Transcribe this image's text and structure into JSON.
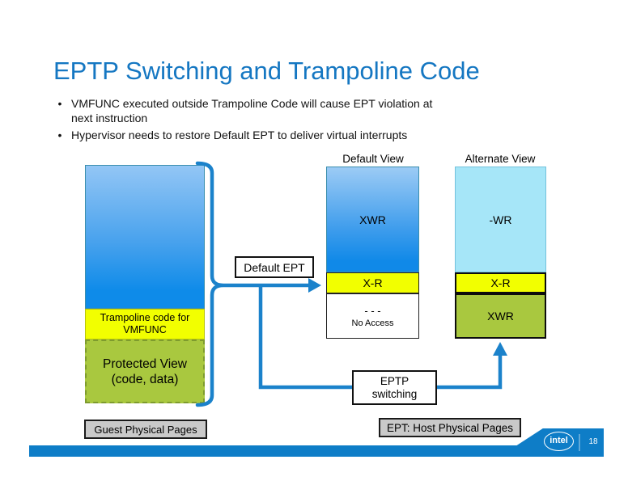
{
  "slide": {
    "title": "EPTP Switching and Trampoline Code",
    "bullets": [
      "VMFUNC executed outside Trampoline Code will cause EPT violation at\nnext instruction",
      "Hypervisor needs to restore Default EPT to deliver virtual interrupts"
    ],
    "page_number": "18",
    "brand_logo": "intel"
  },
  "guest": {
    "trampoline_label": "Trampoline code for\nVMFUNC",
    "protected_label": "Protected View\n(code, data)",
    "caption": "Guest Physical Pages"
  },
  "connectors": {
    "default_ept_label": "Default EPT",
    "eptp_switching_label": "EPTP\nswitching"
  },
  "views": {
    "default": {
      "title": "Default View",
      "regions": [
        {
          "label": "XWR"
        },
        {
          "label": "X-R"
        },
        {
          "label": "- - -",
          "sublabel": "No Access"
        }
      ]
    },
    "alternate": {
      "title": "Alternate View",
      "regions": [
        {
          "label": "-WR"
        },
        {
          "label": "X-R"
        },
        {
          "label": "XWR"
        }
      ]
    }
  },
  "footer": {
    "ept_caption": "EPT: Host Physical Pages"
  },
  "colors": {
    "title_blue": "#1577C2",
    "connector_blue": "#1B82CB",
    "footer_blue": "#0E7DC7",
    "highlight_yellow": "#F2FF00",
    "protected_green": "#A9C83F",
    "alt_view_cyan": "#A6E6F8",
    "guest_gradient_top": "#93C6F5",
    "guest_gradient_bottom": "#0E8BE9",
    "caption_gray": "#C9C9C9"
  }
}
